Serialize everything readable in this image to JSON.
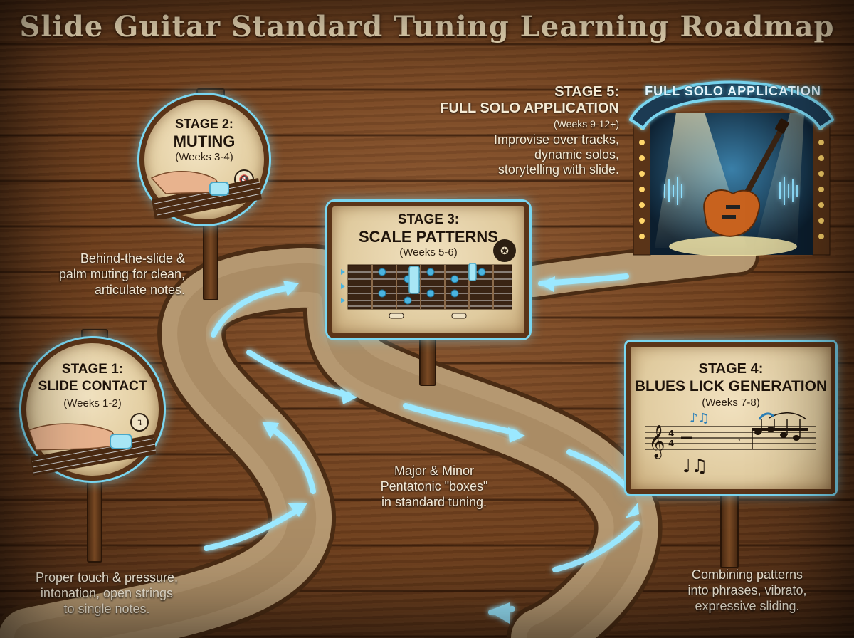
{
  "title": "Slide Guitar Standard Tuning Learning Roadmap",
  "stages": {
    "s1": {
      "title_line1": "STAGE 1:",
      "title_line2": "SLIDE CONTACT",
      "weeks": "(Weeks 1-2)",
      "desc_lines": [
        "Proper touch & pressure,",
        "intonation, open strings",
        "to single notes."
      ]
    },
    "s2": {
      "title_line1": "STAGE 2:",
      "title_line2": "MUTING",
      "weeks": "(Weeks 3-4)",
      "desc_lines": [
        "Behind-the-slide &",
        "palm muting for clean,",
        "articulate notes."
      ]
    },
    "s3": {
      "title_line1": "STAGE 3:",
      "title_line2": "SCALE PATTERNS",
      "weeks": "(Weeks 5-6)",
      "desc_lines": [
        "Major & Minor",
        "Pentatonic \"boxes\"",
        "in standard tuning."
      ]
    },
    "s4": {
      "title_line1": "STAGE 4:",
      "title_line2": "BLUES LICK GENERATION",
      "weeks": "(Weeks 7-8)",
      "desc_lines": [
        "Combining patterns",
        "into phrases, vibrato,",
        "expressive sliding."
      ]
    },
    "s5": {
      "title_line1": "STAGE 5:",
      "title_line2": "FULL SOLO APPLICATION",
      "weeks": "(Weeks 9-12+)",
      "desc_lines": [
        "Improvise over tracks,",
        "dynamic solos,",
        "storytelling with slide."
      ],
      "arch_label": "FULL SOLO APPLICATION"
    }
  },
  "icons": {
    "s1": "slide-connect-icon",
    "s2": "mute-icon",
    "s3": "pentagon-notes-icon",
    "s4": "sheet-music-icon",
    "s5": "electric-guitar-icon"
  },
  "colors": {
    "glow": "#7ad6f0",
    "wood": "#6b3d1c",
    "sign": "#e8d6ae",
    "text": "#1f140b"
  }
}
